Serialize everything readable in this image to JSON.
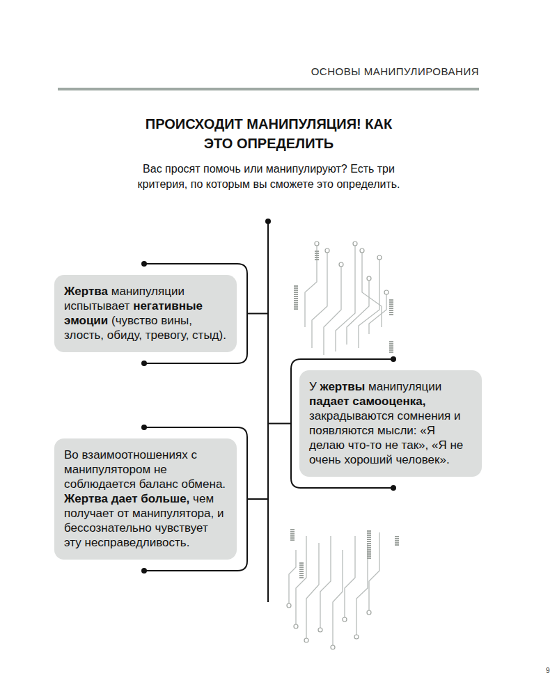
{
  "diagram": {
    "title": "ПРОИСХОДИТ МАНИПУЛЯЦИЯ! КАК ЭТО ОПРЕДЕЛИТЬ",
    "nodes": [
      {
        "text": [
          "Жертва манипуляции испытывает негативные эмоции (чувство вины, злость, обиду, тревогу, стыд)."
        ]
      },
      {
        "text": [
          "У жертвы манипуляции падает самооценка, закрадываются сомнения и появляются мысли: «Я делаю что-то не так», «Я не очень хороший человек»."
        ]
      },
      {
        "text": [
          "Во взаимоотношениях с манипулятором не соблюдается баланс обмена. Жертва дает больше, чем получает от манипулятора, и бессознательно чувствует эту несправедливость."
        ]
      }
    ],
    "labels": [
      "ОСНОВЫ МАНИПУЛИРОВАНИЯ",
      "Вас просят помочь или манипулируют? Есть три критерия, по которым вы сможете это определить.",
      "9"
    ]
  }
}
